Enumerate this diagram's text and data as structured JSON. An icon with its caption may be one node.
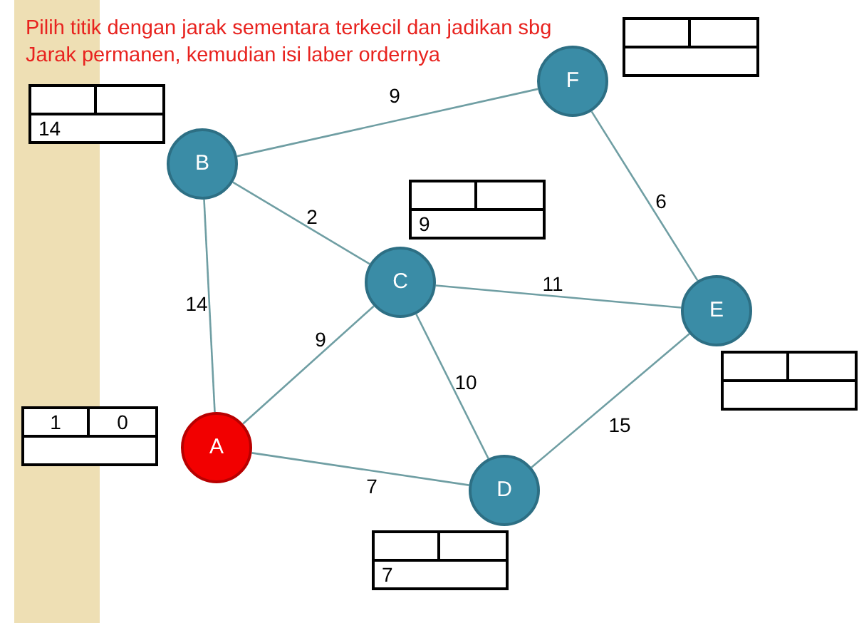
{
  "diagram": {
    "title": "Pilih titik dengan jarak sementara terkecil dan jadikan sbg Jarak permanen, kemudian isi laber ordernya",
    "nodes": [
      {
        "text": [
          "A"
        ]
      },
      {
        "text": [
          "B"
        ]
      },
      {
        "text": [
          "C"
        ]
      },
      {
        "text": [
          "D"
        ]
      },
      {
        "text": [
          "E"
        ]
      },
      {
        "text": [
          "F"
        ]
      },
      {
        "text": [
          "1",
          "0"
        ]
      },
      {
        "text": [
          "14"
        ]
      },
      {
        "text": [
          "9"
        ]
      },
      {
        "text": [
          "7"
        ]
      },
      {
        "text": [],
        "shape": "box"
      },
      {
        "text": [],
        "shape": "box"
      }
    ],
    "edges": [
      {
        "from": 1,
        "to": 5,
        "arrow": "none",
        "label": "9"
      },
      {
        "from": 1,
        "to": 2,
        "arrow": "none",
        "label": "2"
      },
      {
        "from": 1,
        "to": 0,
        "arrow": "none",
        "label": "14"
      },
      {
        "from": 0,
        "to": 2,
        "arrow": "none",
        "label": "9"
      },
      {
        "from": 2,
        "to": 4,
        "arrow": "none",
        "label": "11"
      },
      {
        "from": 2,
        "to": 3,
        "arrow": "none",
        "label": "10"
      },
      {
        "from": 5,
        "to": 4,
        "arrow": "none",
        "label": "6"
      },
      {
        "from": 0,
        "to": 3,
        "arrow": "none",
        "label": "7"
      },
      {
        "from": 3,
        "to": 4,
        "arrow": "none",
        "label": "15"
      }
    ]
  }
}
